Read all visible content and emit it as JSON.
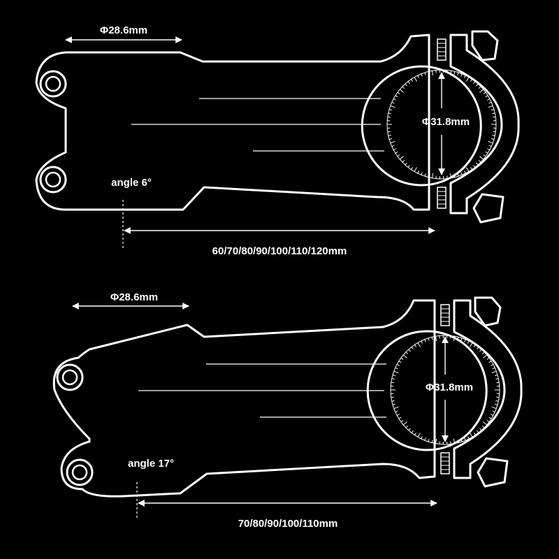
{
  "diagrams": [
    {
      "id": "stem-6",
      "steerer_diameter": "Φ28.6mm",
      "bar_clamp_diameter": "Φ31.8mm",
      "angle": "angle 6°",
      "lengths": "60/70/80/90/100/110/120mm"
    },
    {
      "id": "stem-17",
      "steerer_diameter": "Φ28.6mm",
      "bar_clamp_diameter": "Φ31.8mm",
      "angle": "angle 17°",
      "lengths": "70/80/90/100/110mm"
    }
  ],
  "colors": {
    "background": "#000000",
    "line": "#ffffff"
  }
}
